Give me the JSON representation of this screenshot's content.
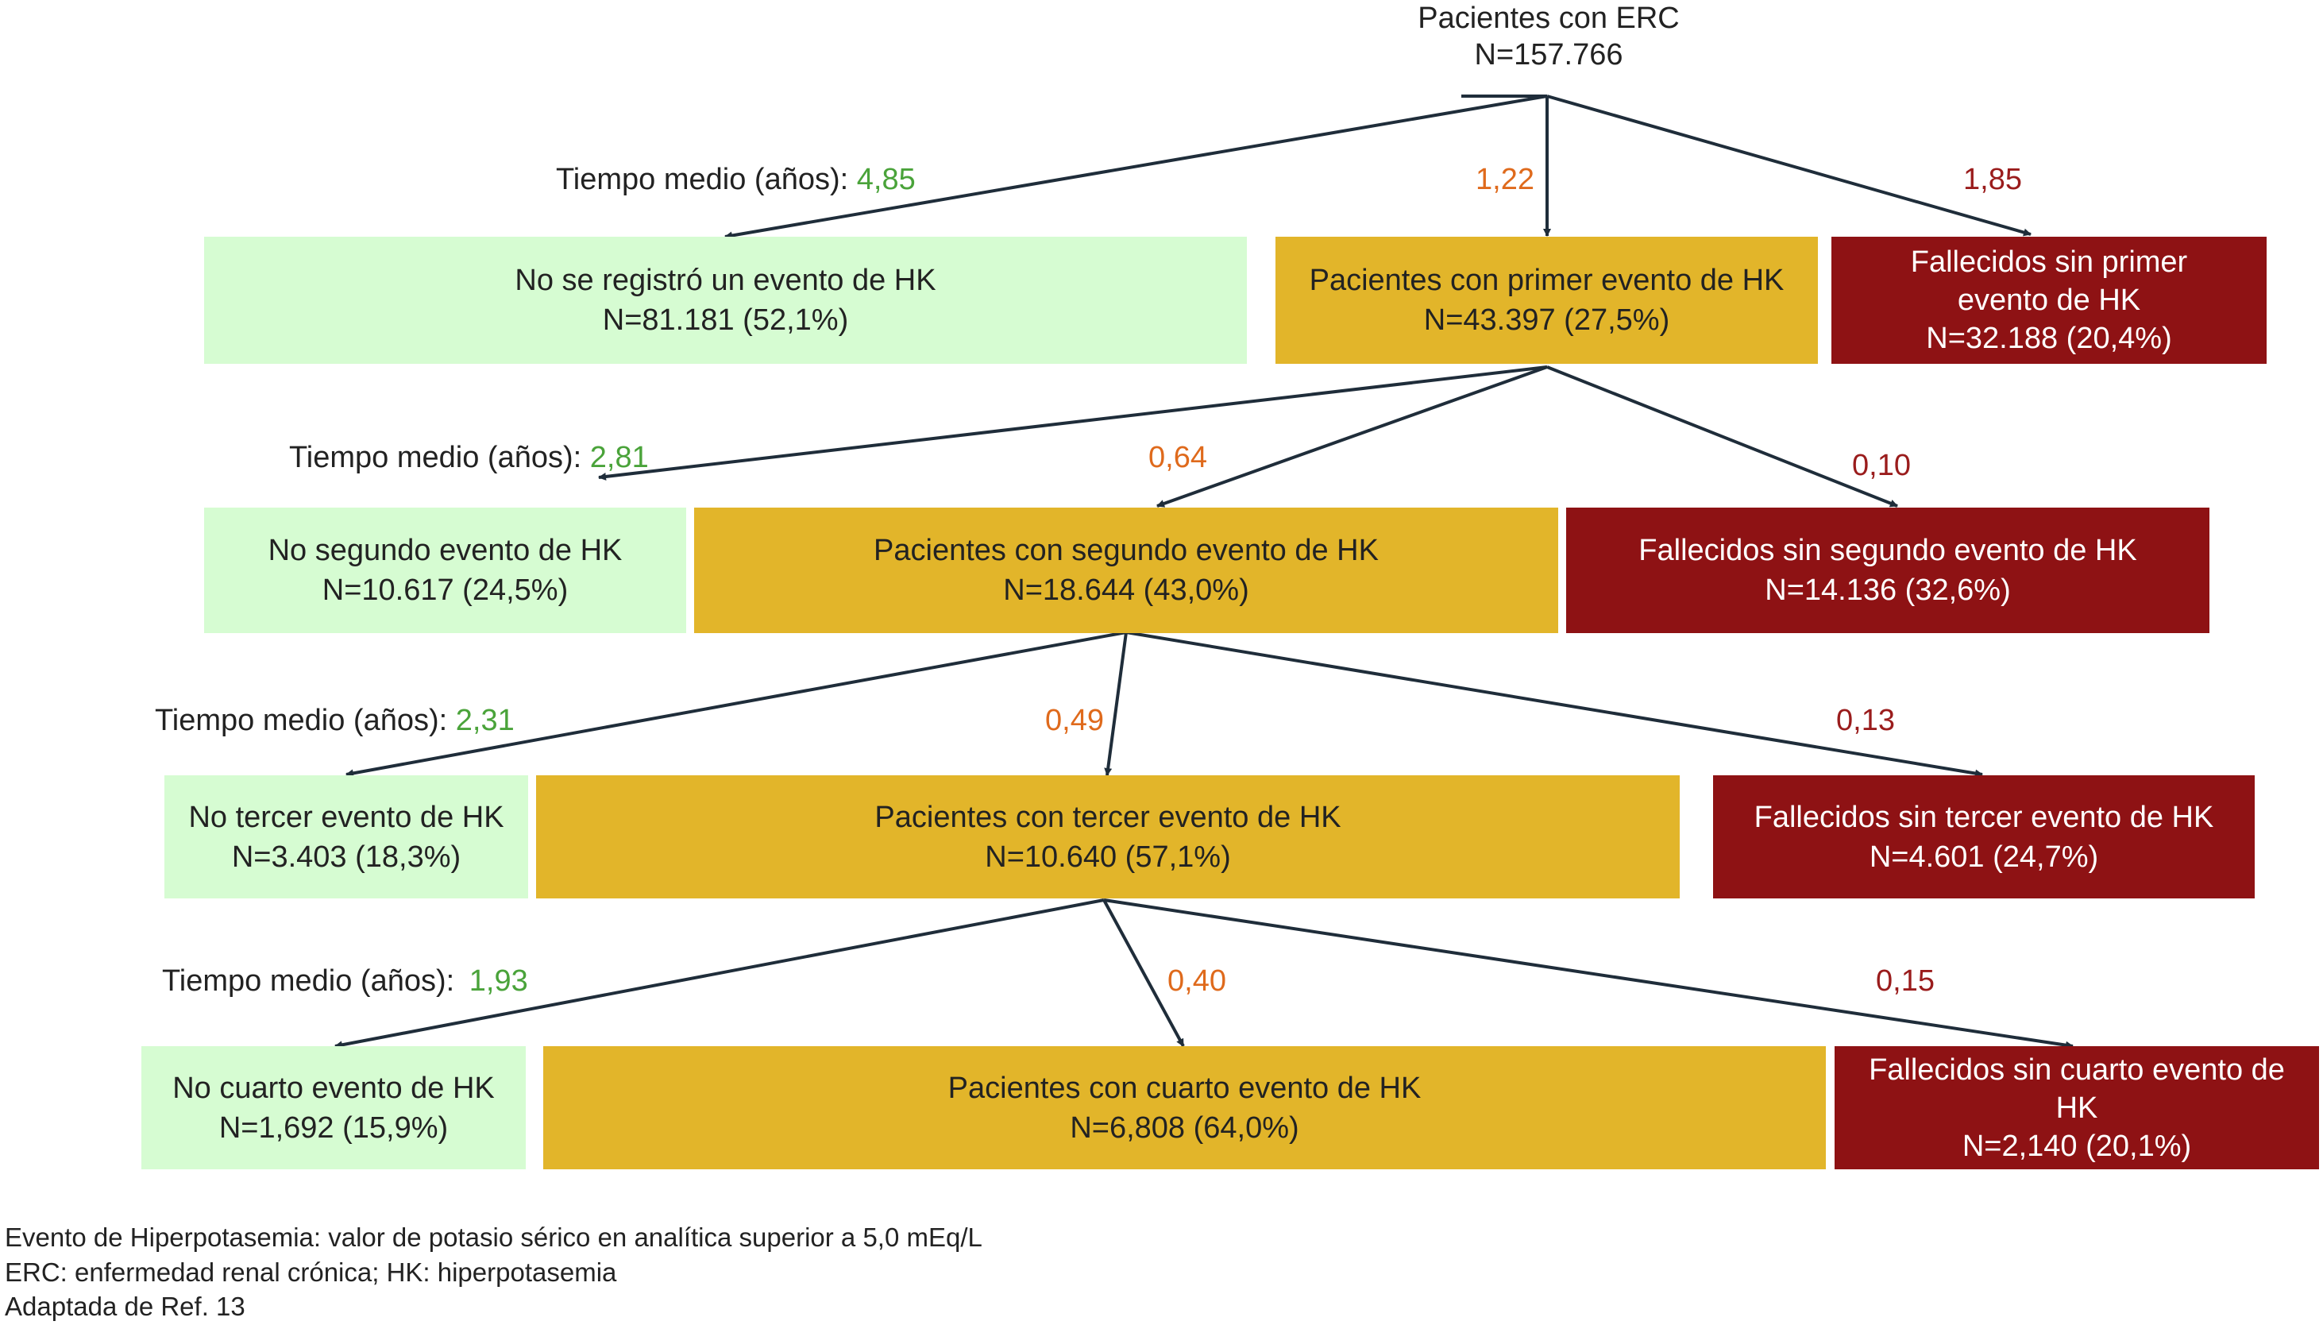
{
  "root": {
    "line1": "Pacientes con ERC",
    "line2": "N=157.766"
  },
  "levels": [
    {
      "time_label": "Tiempo medio (años):",
      "time_none": "4,85",
      "time_event": "1,22",
      "time_death": "1,85",
      "none": {
        "lines": [
          "No se registró un evento de HK",
          "N=81.181 (52,1%)"
        ]
      },
      "event": {
        "lines": [
          "Pacientes con primer evento de HK",
          "N=43.397 (27,5%)"
        ]
      },
      "death": {
        "lines": [
          "Fallecidos  sin primer",
          "evento de HK",
          "N=32.188 (20,4%)"
        ]
      }
    },
    {
      "time_label": "Tiempo medio (años):",
      "time_none": "2,81",
      "time_event": "0,64",
      "time_death": "0,10",
      "none": {
        "lines": [
          "No segundo evento de HK",
          "N=10.617 (24,5%)"
        ]
      },
      "event": {
        "lines": [
          "Pacientes con segundo evento de HK",
          "N=18.644 (43,0%)"
        ]
      },
      "death": {
        "lines": [
          "Fallecidos sin segundo evento de HK",
          "N=14.136 (32,6%)"
        ]
      }
    },
    {
      "time_label": "Tiempo medio (años):",
      "time_none": "2,31",
      "time_event": "0,49",
      "time_death": "0,13",
      "none": {
        "lines": [
          "No tercer evento de HK",
          "N=3.403 (18,3%)"
        ]
      },
      "event": {
        "lines": [
          "Pacientes con tercer evento de HK",
          "N=10.640 (57,1%)"
        ]
      },
      "death": {
        "lines": [
          "Fallecidos sin tercer evento de HK",
          "N=4.601 (24,7%)"
        ]
      }
    },
    {
      "time_label": "Tiempo medio (años):",
      "time_none": "1,93",
      "time_event": "0,40",
      "time_death": "0,15",
      "none": {
        "lines": [
          "No cuarto evento de HK",
          "N=1,692 (15,9%)"
        ]
      },
      "event": {
        "lines": [
          "Pacientes con cuarto evento de HK",
          "N=6,808 (64,0%)"
        ]
      },
      "death": {
        "lines": [
          "Fallecidos sin cuarto evento de",
          "HK",
          "N=2,140 (20,1%)"
        ]
      }
    }
  ],
  "footnotes": [
    "Evento de Hiperpotasemia: valor de potasio sérico en analítica superior a 5,0 mEq/L",
    "ERC: enfermedad renal crónica; HK: hiperpotasemia",
    "Adaptada de Ref. 13"
  ],
  "colors": {
    "no_event_box": "#d6fcd2",
    "event_box": "#e2b52a",
    "death_box": "#8e1214",
    "time_no_event": "#4aa33a",
    "time_event": "#df6a1c",
    "time_death": "#9a1c1c",
    "arrow": "#1f2d3a"
  }
}
